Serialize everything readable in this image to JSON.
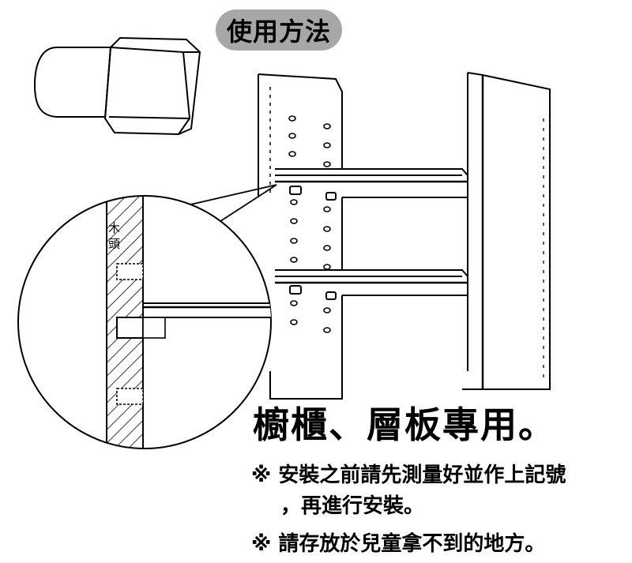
{
  "title_badge": "使用方法",
  "wood_label": {
    "line1": "木",
    "line2": "頭"
  },
  "headline": "櫥櫃、層板專用。",
  "notes": {
    "note1_line1": "※ 安裝之前請先測量好並作上記號",
    "note1_line2": "，再進行安裝。",
    "note2": "※ 請存放於兒童拿不到的地方。"
  }
}
